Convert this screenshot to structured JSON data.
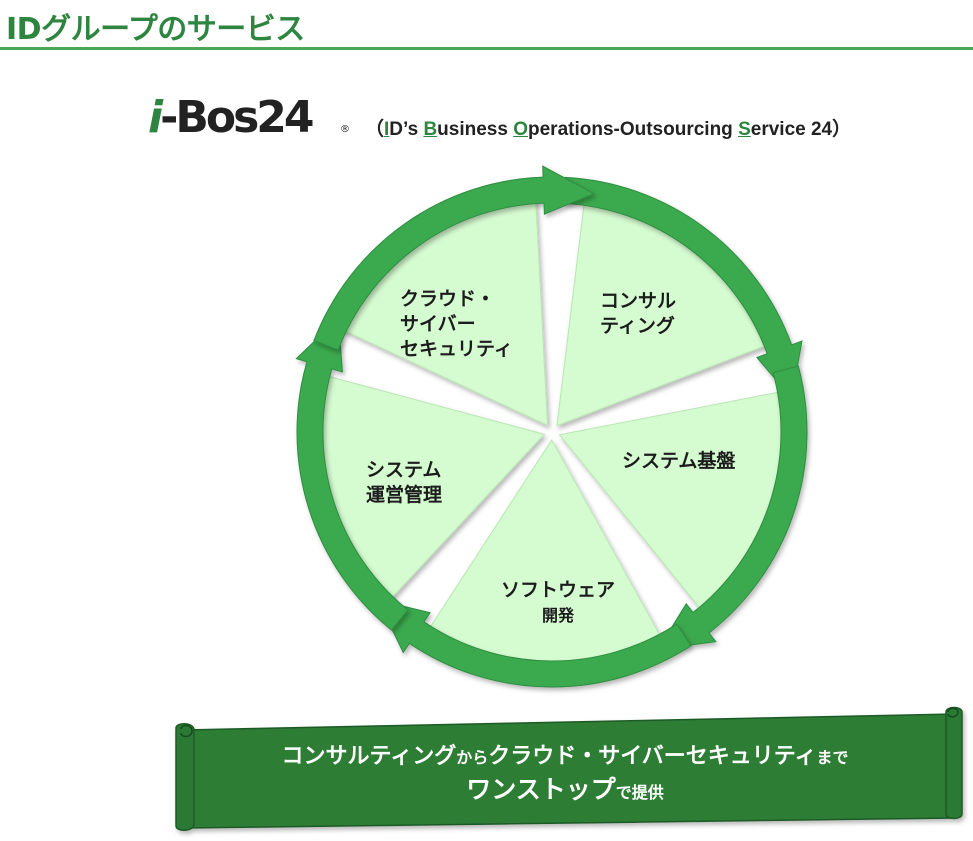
{
  "header": {
    "title": "IDグループのサービス"
  },
  "logo": {
    "text_i": "i",
    "text_rest": "-Bos24",
    "registered": "®"
  },
  "subtitle": {
    "open": "（",
    "parts": [
      {
        "initial": "I",
        "rest": "D’s "
      },
      {
        "initial": "B",
        "rest": "usiness "
      },
      {
        "initial": "O",
        "rest": "perations-Outsourcing "
      },
      {
        "initial": "S",
        "rest": "ervice 24"
      }
    ],
    "close": "）"
  },
  "cycle": {
    "segments": [
      {
        "label": "コンサル\nティング"
      },
      {
        "label": "システム基盤"
      },
      {
        "label_main": "ソフトウェア",
        "label_sub": "開発"
      },
      {
        "label": "システム\n運営管理"
      },
      {
        "label": "クラウド・\nサイバー\nセキュリティ"
      }
    ]
  },
  "banner": {
    "line1_a": "コンサルティング",
    "line1_b": "から",
    "line1_c": "クラウド・サイバーセキュリティ",
    "line1_d": "まで",
    "line2_a": "ワンストップ",
    "line2_b": "で提供"
  },
  "colors": {
    "accent": "#2e8540",
    "arrow": "#3aa94e",
    "segment_fill": "#d5fbd0",
    "banner": "#2e7d36"
  }
}
